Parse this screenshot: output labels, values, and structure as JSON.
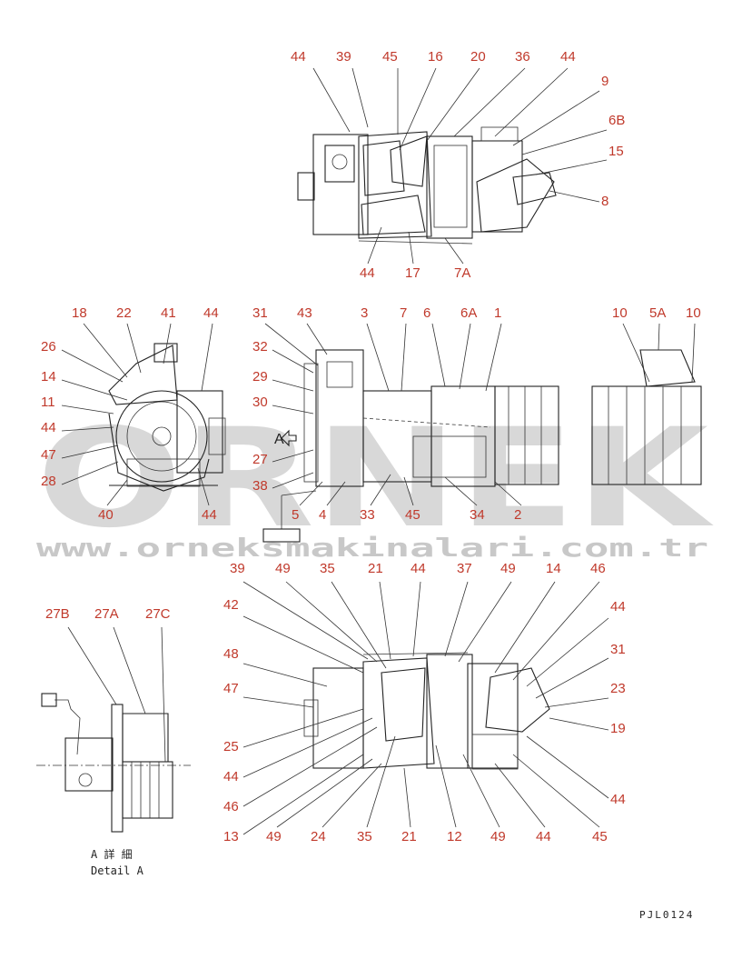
{
  "watermark": {
    "brand": "ORNEK",
    "url": "www.orneksmakinalari.com.tr"
  },
  "detail": {
    "label_jp": "A 詳 細",
    "label_en": "Detail A"
  },
  "view_marker": "A",
  "drawing_code": "PJL0124",
  "callouts_top": [
    "44",
    "39",
    "45",
    "16",
    "20",
    "36",
    "44",
    "9",
    "6B",
    "15",
    "8",
    "7A",
    "17",
    "44"
  ],
  "callouts_left": [
    "18",
    "22",
    "41",
    "44",
    "26",
    "14",
    "11",
    "44",
    "47",
    "28",
    "40",
    "44"
  ],
  "callouts_mid": [
    "31",
    "43",
    "3",
    "7",
    "6",
    "6A",
    "1",
    "32",
    "29",
    "30",
    "27",
    "38",
    "5",
    "4",
    "33",
    "45",
    "34",
    "2"
  ],
  "callouts_right": [
    "10",
    "5A",
    "10"
  ],
  "callouts_detail": [
    "27B",
    "27A",
    "27C"
  ],
  "callouts_bottom": [
    "39",
    "49",
    "35",
    "21",
    "44",
    "37",
    "49",
    "14",
    "46",
    "42",
    "44",
    "48",
    "31",
    "47",
    "23",
    "25",
    "19",
    "44",
    "46",
    "44",
    "13",
    "49",
    "24",
    "35",
    "21",
    "12",
    "49",
    "44",
    "45"
  ]
}
